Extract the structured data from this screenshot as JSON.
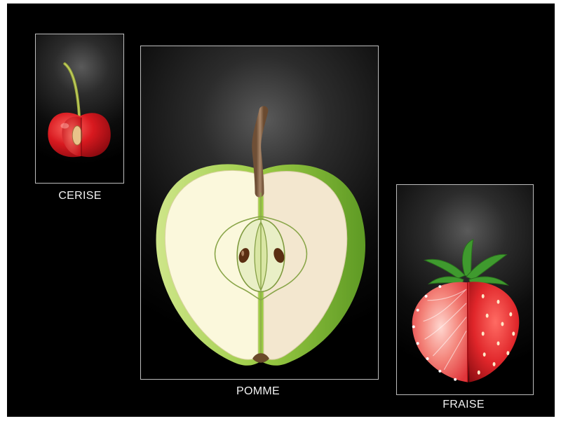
{
  "labels": {
    "cerise": "CERISE",
    "pomme": "POMME",
    "fraise": "FRAISE"
  },
  "colors": {
    "background": "#000000",
    "panel_border": "#bdbdbd",
    "label_text": "#f2f2f2",
    "cherry_red": "#d8191f",
    "apple_green": "#8cc63f",
    "apple_flesh": "#f6f2d8",
    "stem_brown": "#8b6a4e",
    "strawberry_red": "#e0262a",
    "leaf_green": "#3f9a2e"
  },
  "icons": [
    "cherry-cross-section",
    "apple-cross-section",
    "strawberry-cross-section"
  ]
}
